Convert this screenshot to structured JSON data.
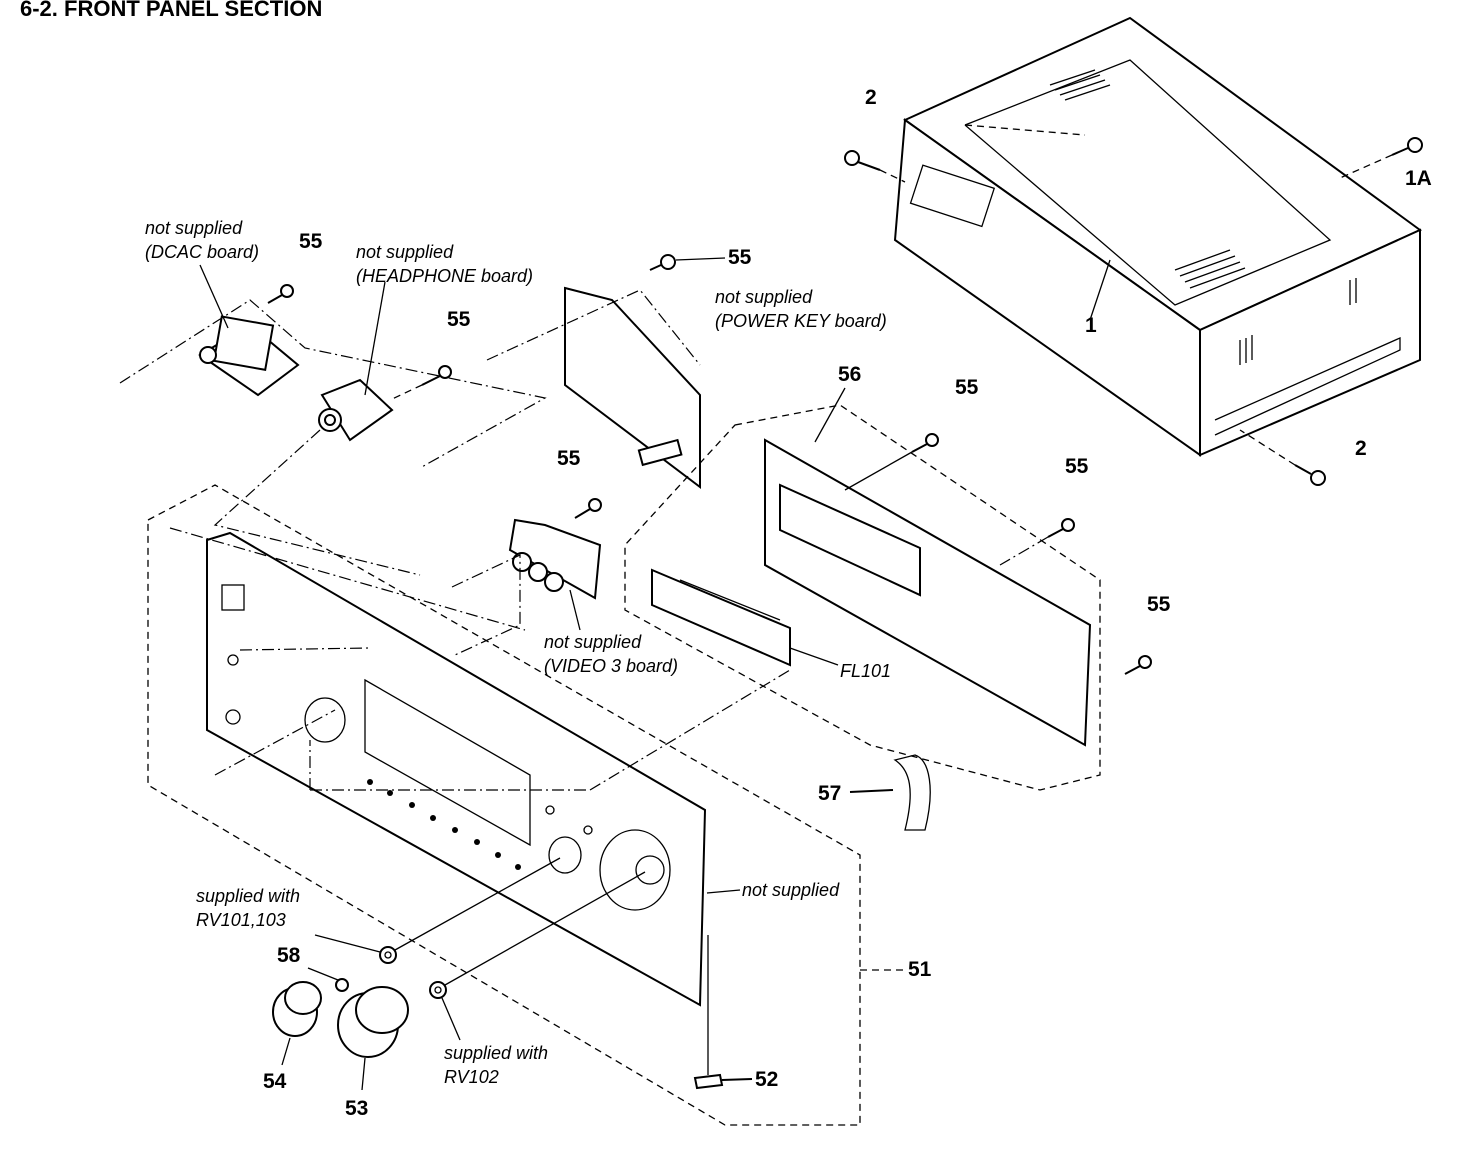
{
  "title": "6-2. FRONT PANEL SECTION",
  "labels": {
    "ref_1": "1",
    "ref_1a": "1A",
    "ref_2_top": "2",
    "ref_2_bottom": "2",
    "ref_55_dcac": "55",
    "ref_55_headphone": "55",
    "ref_55_powerkey": "55",
    "ref_55_video3": "55",
    "ref_55_main_top": "55",
    "ref_55_main_mid": "55",
    "ref_55_main_right": "55",
    "ref_56": "56",
    "ref_57": "57",
    "ref_51": "51",
    "ref_52": "52",
    "ref_53": "53",
    "ref_54": "54",
    "ref_58": "58",
    "fl101": "FL101"
  },
  "notes": {
    "dcac_line1": "not supplied",
    "dcac_line2": "(DCAC board)",
    "headphone_line1": "not supplied",
    "headphone_line2": "(HEADPHONE board)",
    "powerkey_line1": "not supplied",
    "powerkey_line2": "(POWER KEY board)",
    "video3_line1": "not supplied",
    "video3_line2": "(VIDEO 3 board)",
    "panel_not_supplied": "not supplied",
    "rv101_line1": "supplied with",
    "rv101_line2": "RV101,103",
    "rv102_line1": "supplied with",
    "rv102_line2": "RV102"
  }
}
